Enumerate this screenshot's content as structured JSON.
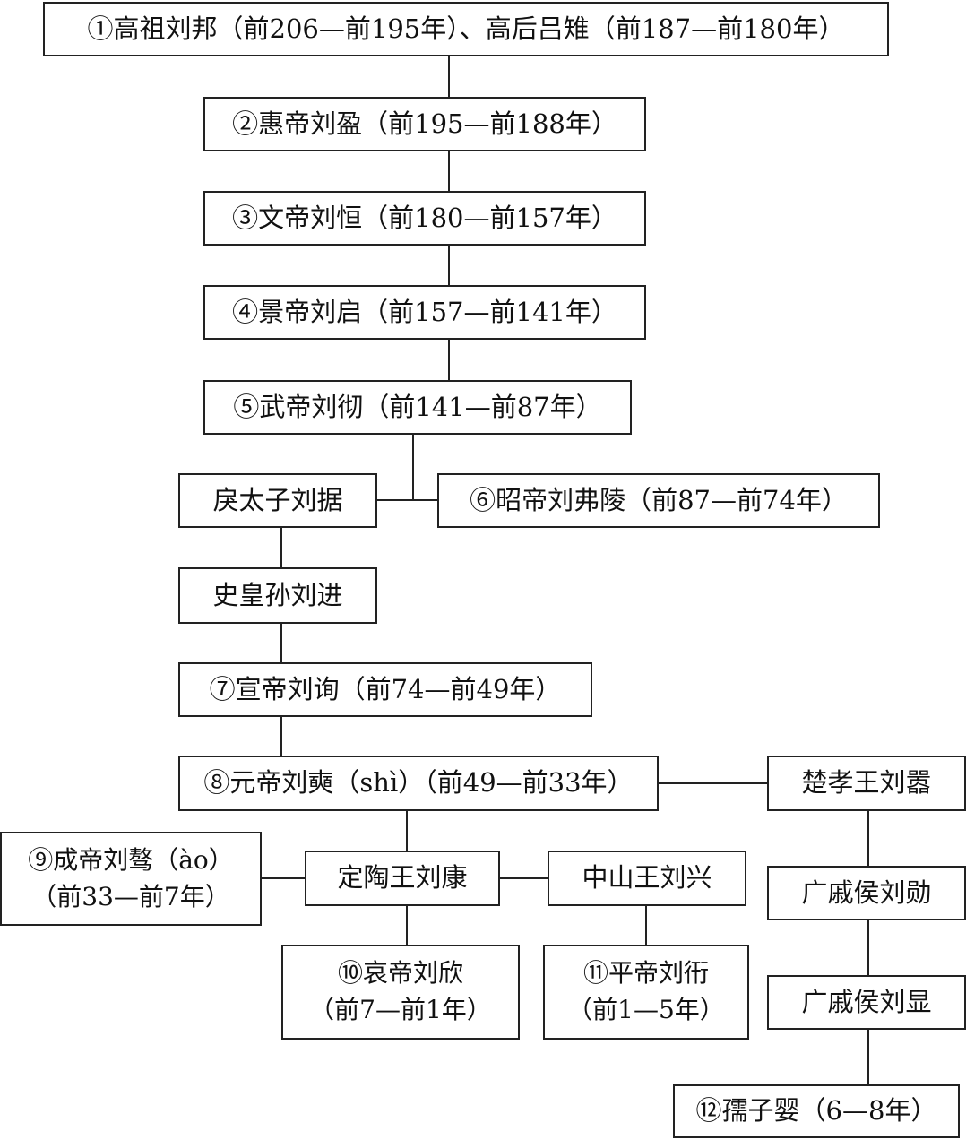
{
  "nodes": {
    "n1": "①高祖刘邦（前206—前195年）、高后吕雉（前187—前180年）",
    "n2": "②惠帝刘盈（前195—前188年）",
    "n3": "③文帝刘恒（前180—前157年）",
    "n4": "④景帝刘启（前157—前141年）",
    "n5": "⑤武帝刘彻（前141—前87年）",
    "litaizi": "戾太子刘据",
    "n6": "⑥昭帝刘弗陵（前87—前74年）",
    "shihuangsun": "史皇孙刘进",
    "n7": "⑦宣帝刘询（前74—前49年）",
    "n8": "⑧元帝刘奭（shì）（前49—前33年）",
    "chuxiaowang": "楚孝王刘嚣",
    "n9_line1": "⑨成帝刘骜（ào）",
    "n9_line2": "（前33—前7年）",
    "dingtaowang": "定陶王刘康",
    "zhongshanwang": "中山王刘兴",
    "guangqihou_xun": "广戚侯刘勋",
    "n10_line1": "⑩哀帝刘欣",
    "n10_line2": "（前7—前1年）",
    "n11_line1": "⑪平帝刘衎",
    "n11_line2": "（前1—5年）",
    "guangqihou_xian": "广戚侯刘显",
    "n12": "⑫孺子婴（6—8年）"
  }
}
